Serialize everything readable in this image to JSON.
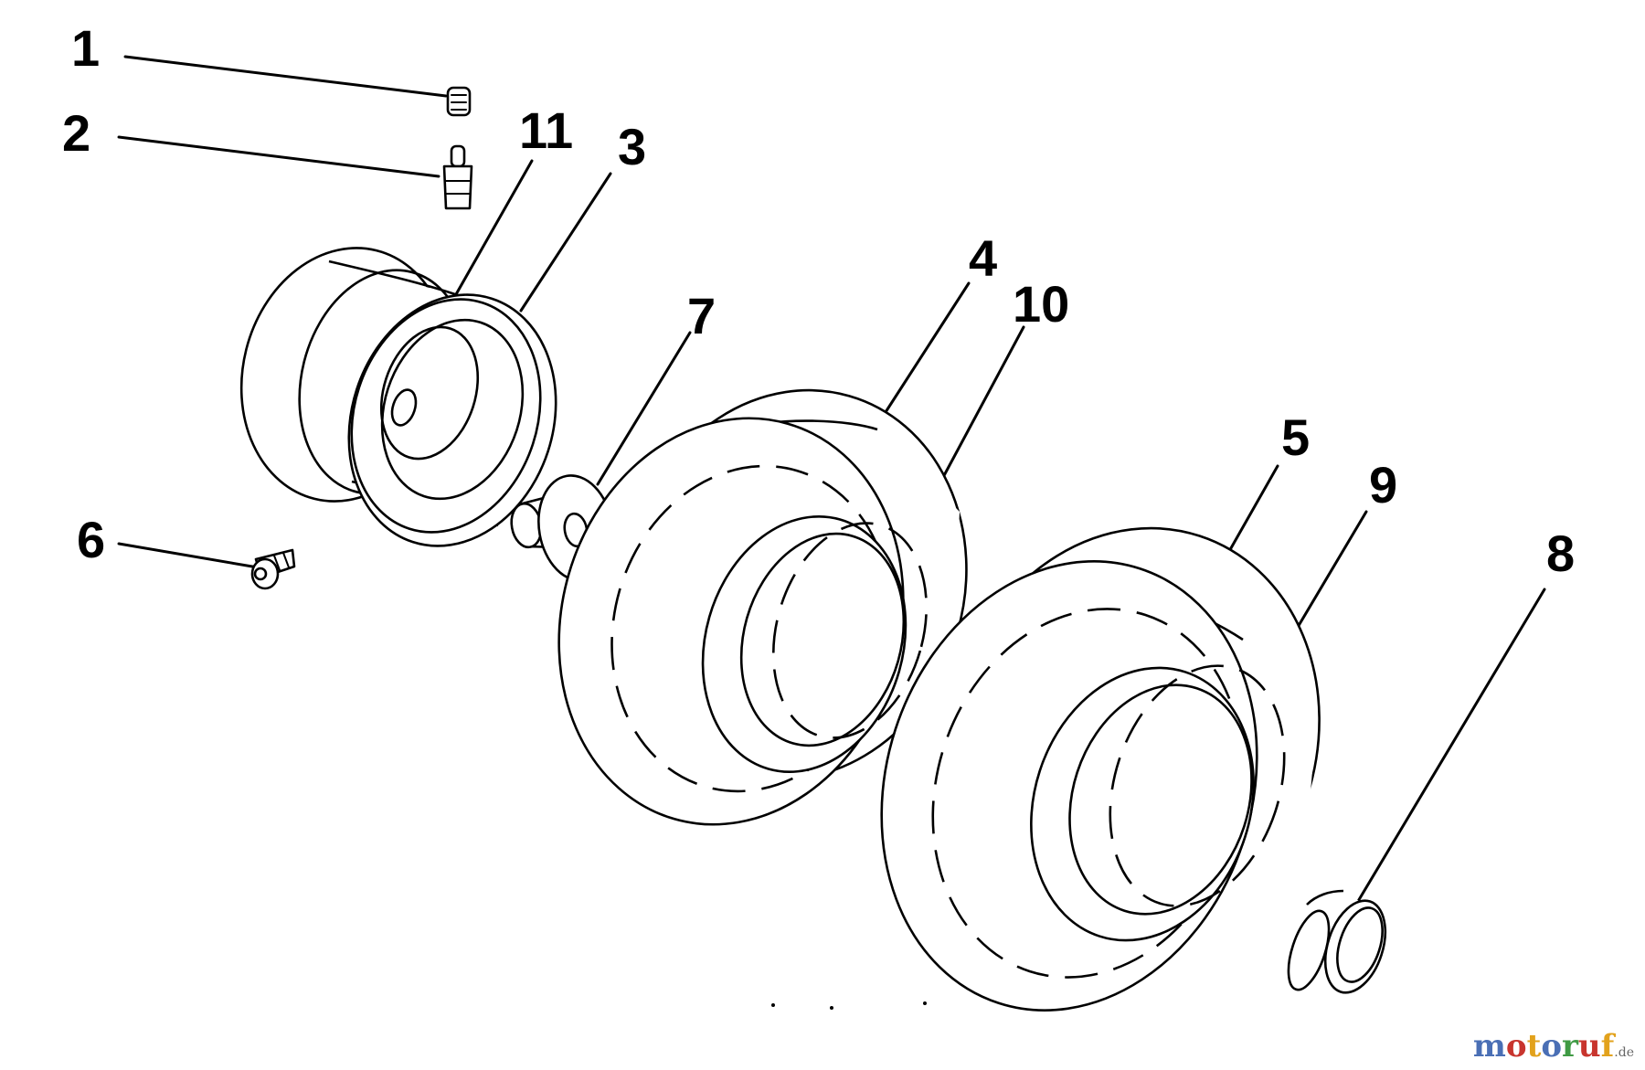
{
  "callouts": [
    {
      "id": "1",
      "label": "1"
    },
    {
      "id": "2",
      "label": "2"
    },
    {
      "id": "3",
      "label": "3"
    },
    {
      "id": "4",
      "label": "4"
    },
    {
      "id": "5",
      "label": "5"
    },
    {
      "id": "6",
      "label": "6"
    },
    {
      "id": "7",
      "label": "7"
    },
    {
      "id": "8",
      "label": "8"
    },
    {
      "id": "9",
      "label": "9"
    },
    {
      "id": "10",
      "label": "10"
    },
    {
      "id": "11",
      "label": "11"
    }
  ],
  "watermark": {
    "letters": [
      "m",
      "o",
      "t",
      "o",
      "r",
      "u",
      "f"
    ],
    "letter_colors": [
      "#4a6fb5",
      "#c8352e",
      "#e2a21c",
      "#4a6fb5",
      "#3f9a44",
      "#c8352e",
      "#e2a21c"
    ],
    "suffix": ".de"
  }
}
